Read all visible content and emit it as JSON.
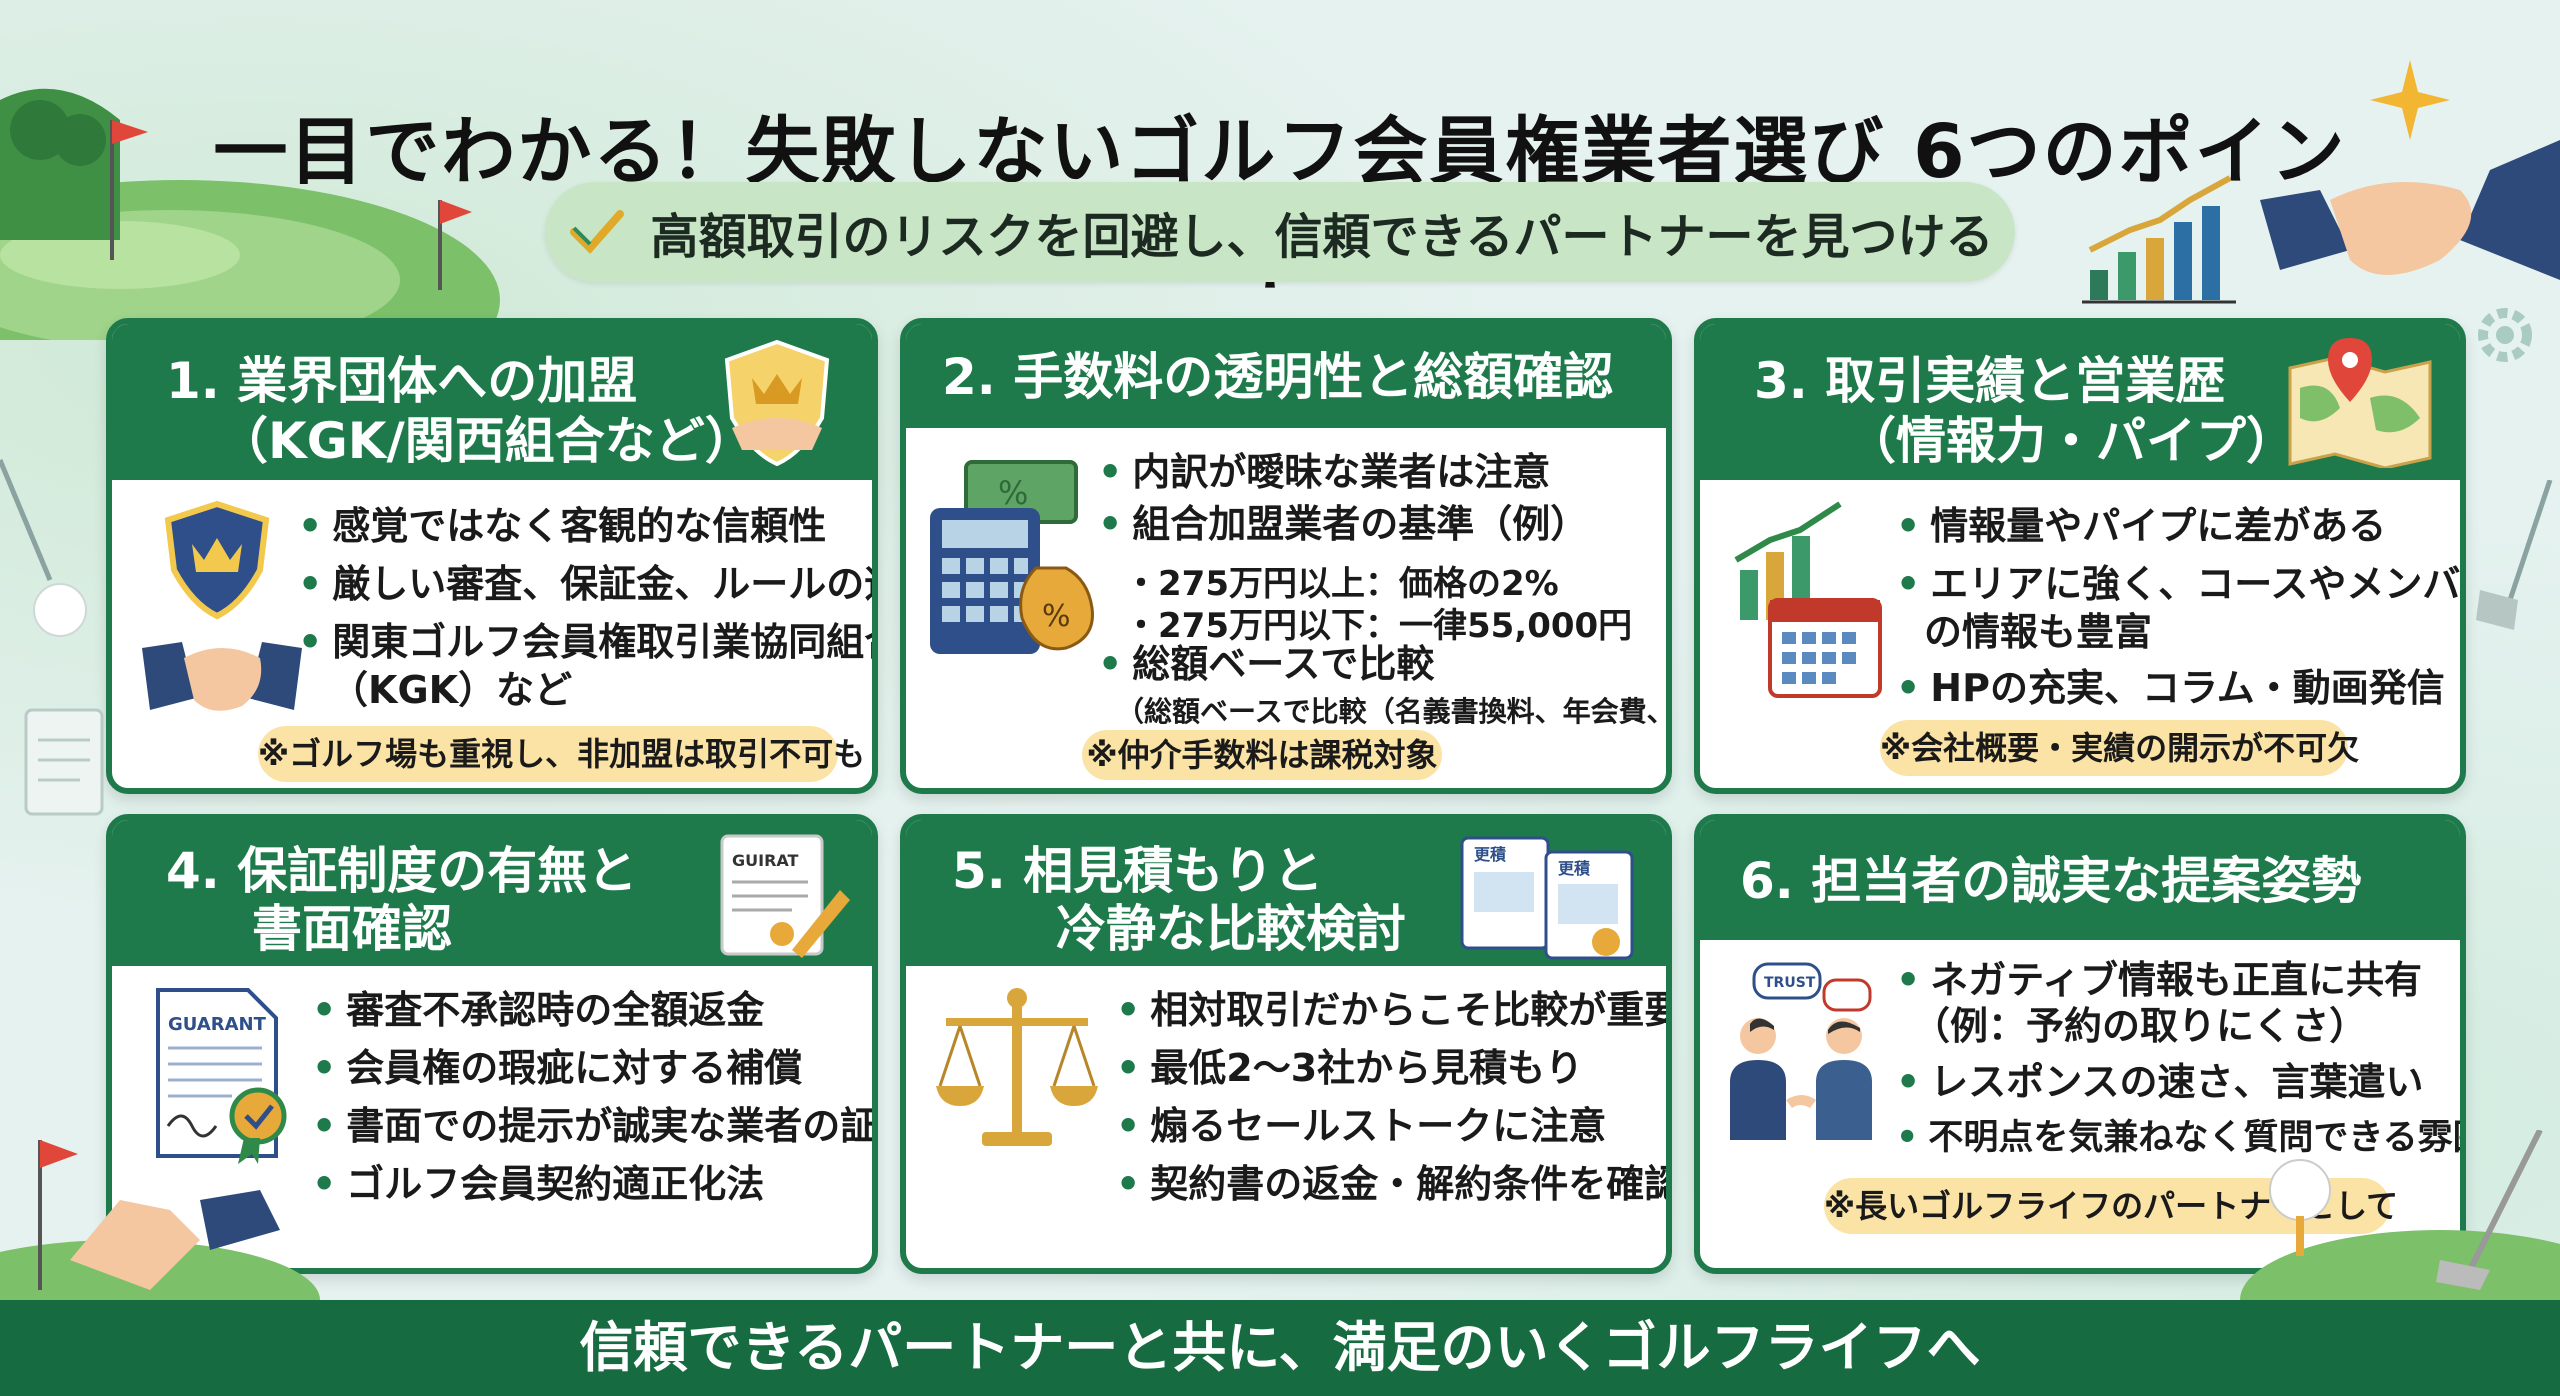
{
  "title": "一目でわかる！失敗しないゴルフ会員権業者選び 6つのポイント",
  "subtitle": "高額取引のリスクを回避し、信頼できるパートナーを見つける",
  "cards": [
    {
      "heading_line1": "1.  業界団体への加盟",
      "heading_line2": "（KGK/関西組合など）",
      "bullets": [
        "感覚ではなく客観的な信頼性",
        "厳しい審査、保証金、ルールの遵守",
        "関東ゴルフ会員権取引業協同組合",
        "（KGK）など"
      ],
      "note": "※ゴルフ場も重視し、非加盟は取引不可も"
    },
    {
      "heading_line1": "2. 手数料の透明性と総額確認",
      "bullets": [
        "内訳が曖昧な業者は注意",
        "組合加盟業者の基準（例）",
        "・275万円以上：価格の2%",
        "・275万円以下：一律55,000円",
        "総額ベースで比較",
        "（総額ベースで比較（名義書換料、年会費、税）"
      ],
      "note": "※仲介手数料は課税対象"
    },
    {
      "heading_line1": "3.  取引実績と営業歴",
      "heading_line2": "（情報力・パイプ）",
      "bullets": [
        "情報量やパイプに差がある",
        "エリアに強く、コースやメンバー",
        "の情報も豊富",
        "HPの充実、コラム・動画発信"
      ],
      "note": "※会社概要・実績の開示が不可欠"
    },
    {
      "heading_line1": "4.  保証制度の有無と",
      "heading_line2": "書面確認",
      "bullets": [
        "審査不承認時の全額返金",
        "会員権の瑕疵に対する補償",
        "書面での提示が誠実な業者の証",
        "ゴルフ会員契約適正化法"
      ],
      "icon_text": "GUIRAT",
      "doc_text": "GUARANT"
    },
    {
      "heading_line1": "5.   相見積もりと",
      "heading_line2": "冷静な比較検討",
      "bullets": [
        "相対取引だからこそ比較が重要",
        "最低2～3社から見積もり",
        "煽るセールストークに注意",
        "契約書の返金・解約条件を確認"
      ],
      "icon_text": "更積"
    },
    {
      "heading_line1": "6.  担当者の誠実な提案姿勢",
      "bullets": [
        "ネガティブ情報も正直に共有",
        "（例：予約の取りにくさ）",
        "レスポンスの速さ、言葉遣い",
        "不明点を気兼ねなく質問できる雰囲気"
      ],
      "icon_text": "TRUST",
      "note": "※長いゴルフライフのパートナーとして"
    }
  ],
  "footer": "信頼できるパートナーと共に、満足のいくゴルフライフへ",
  "colors": {
    "primary_green": "#1e7a4b",
    "note_yellow": "#fbe3a6",
    "bg": "#e6f2f0"
  }
}
